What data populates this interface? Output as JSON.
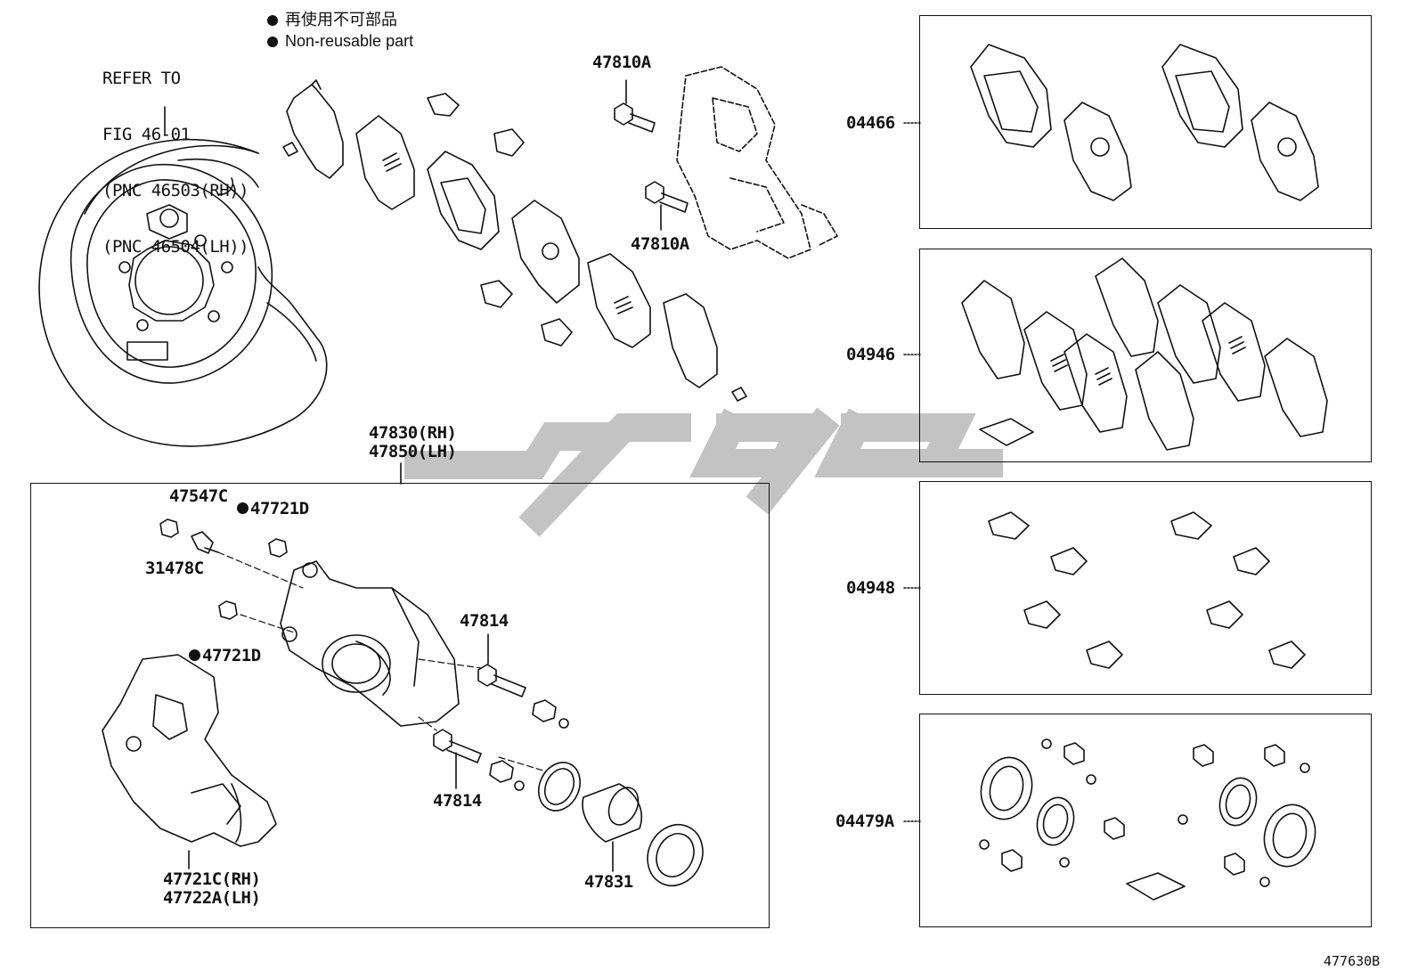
{
  "legend": {
    "line1": "再使用不可部品",
    "line2": "Non-reusable part"
  },
  "refer": {
    "lines": [
      "REFER TO",
      "FIG 46-01",
      "(PNC 46503(RH))",
      "(PNC 46504(LH))"
    ]
  },
  "labels": {
    "l47810A_top": "47810A",
    "l47810A_mid": "47810A",
    "l47830": "47830(RH)",
    "l47850": "47850(LH)",
    "l47547C": "47547C",
    "l47721D_top": "47721D",
    "l31478C": "31478C",
    "l47721D_mid": "47721D",
    "l47814_top": "47814",
    "l47814_bot": "47814",
    "l47721C": "47721C(RH)",
    "l47722A": "47722A(LH)",
    "l47831": "47831",
    "l04466": "04466",
    "l04946": "04946",
    "l04948": "04948",
    "l04479A": "04479A"
  },
  "figure_number": "477630B",
  "colors": {
    "line": "#111111",
    "watermark": "#bdbdbd"
  }
}
